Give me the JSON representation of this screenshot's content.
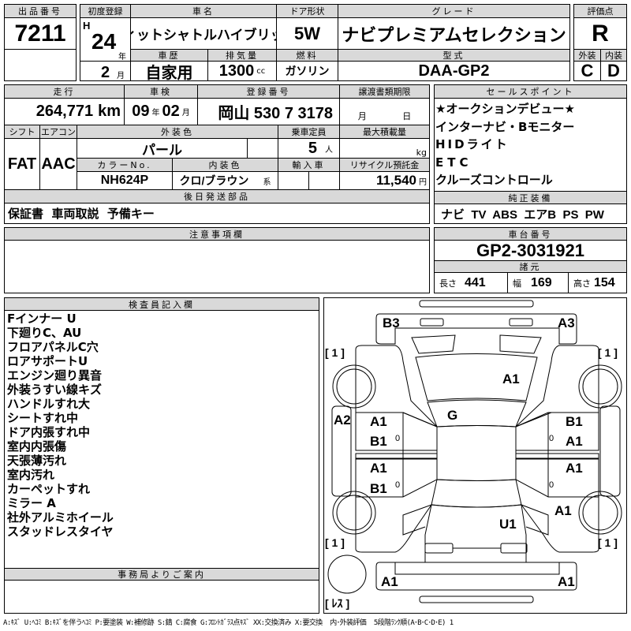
{
  "lot": {
    "label": "出品番号",
    "value": "7211"
  },
  "first_reg": {
    "label": "初度登録",
    "era": "H",
    "year": "24",
    "year_unit": "年",
    "month": "2",
    "month_unit": "月"
  },
  "car_name": {
    "label": "車名",
    "value": "フィットシャトルハイブリッド"
  },
  "door": {
    "label": "ドア形状",
    "value": "5W"
  },
  "grade": {
    "label": "グレード",
    "value": "ナビプレミアムセレクション"
  },
  "history": {
    "label": "車歴",
    "value": "自家用"
  },
  "displacement": {
    "label": "排気量",
    "value": "1300",
    "unit": "cc"
  },
  "fuel": {
    "label": "燃料",
    "value": "ガソリン"
  },
  "model": {
    "label": "型式",
    "value": "DAA-GP2"
  },
  "score": {
    "label": "評価点",
    "value": "R",
    "ext_label": "外装",
    "int_label": "内装",
    "ext": "C",
    "int": "D"
  },
  "mileage": {
    "label": "走行",
    "value": "264,771",
    "unit": "km"
  },
  "inspection": {
    "label": "車検",
    "year": "09",
    "year_unit": "年",
    "month": "02",
    "month_unit": "月"
  },
  "plate": {
    "label": "登録番号",
    "value": "岡山 530 7 3178"
  },
  "transfer": {
    "label": "譲渡書類期限",
    "month_unit": "月",
    "day_unit": "日"
  },
  "shift": {
    "label": "シフト",
    "value": "FAT"
  },
  "ac": {
    "label": "エアコン",
    "value": "AAC"
  },
  "ext_color": {
    "label": "外装色",
    "value": "パール"
  },
  "capacity": {
    "label": "乗車定員",
    "value": "5",
    "unit": "人"
  },
  "max_load": {
    "label": "最大積載量",
    "unit": "kg"
  },
  "color_no": {
    "label": "カラーNo.",
    "value": "NH624P"
  },
  "int_color": {
    "label": "内装色",
    "value": "クロ/ブラウン",
    "suffix": "系"
  },
  "import": {
    "label": "輸入車"
  },
  "recycle": {
    "label": "リサイクル預託金",
    "value": "11,540",
    "unit": "円"
  },
  "later_parts": {
    "label": "後日発送部品",
    "value": "保証書  車両取説  予備キー"
  },
  "sales_points": {
    "label": "セールスポイント",
    "items": [
      "★オークションデビュー★",
      "インターナビ・Bモニター",
      "HIDライト",
      "ETC",
      "クルーズコントロール"
    ]
  },
  "equipment": {
    "label": "純正装備",
    "value": "ナビ  TV  ABS  エアB  PS  PW"
  },
  "notes": {
    "label": "注意事項欄"
  },
  "chassis": {
    "label": "車台番号",
    "value": "GP2-3031921"
  },
  "specs": {
    "label": "諸元",
    "length_label": "長さ",
    "length": "441",
    "width_label": "幅",
    "width": "169",
    "height_label": "高さ",
    "height": "154"
  },
  "inspector": {
    "label": "検査員記入欄",
    "items": [
      "Fインナー U",
      "下廻りC、AU",
      "フロアパネルC穴",
      "ロアサポートU",
      "エンジン廻り異音",
      "外装うすい線キズ",
      "ハンドルすれ大",
      "シートすれ中",
      "ドア内張すれ中",
      "室内内張傷",
      "天張薄汚れ",
      "室内汚れ",
      "カーペットすれ",
      "ミラー A",
      "社外アルミホイール",
      "スタッドレスタイヤ"
    ]
  },
  "office": {
    "label": "事務局よりご案内"
  },
  "diagram": {
    "marks": [
      "B3",
      "A3",
      "[ 1 ]",
      "[ 1 ]",
      "A1",
      "G",
      "A2",
      "A1",
      "B1",
      "0",
      "A1",
      "B1",
      "0",
      "B1",
      "A1",
      "0",
      "A1",
      "0",
      "A1",
      "U1",
      "[ 1 ]",
      "[ 1 ]",
      "A1",
      "A1",
      "[ ﾚｽ ]"
    ]
  },
  "legend": "A:ｷｽﾞ U:ﾍｺﾐ B:ｷｽﾞを伴うﾍｺﾐ P:要塗装 W:補修跡 S:錆 C:腐食 G:ﾌﾛﾝﾄｶﾞﾗｽ点ｷｽﾞ XX:交換済み X:要交換  内･外装評価  5段階ﾗﾝｸ順(A･B･C･D･E) 1"
}
